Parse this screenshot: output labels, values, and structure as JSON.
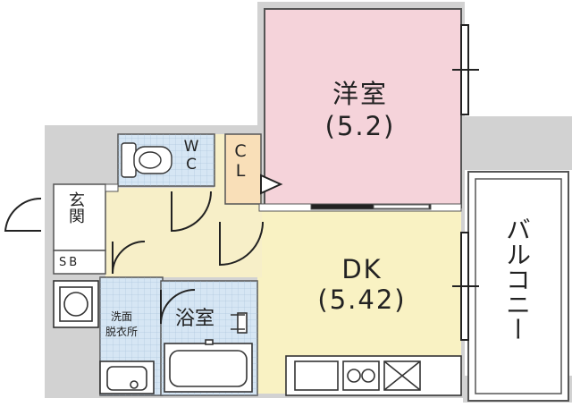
{
  "rooms": {
    "western": {
      "name": "洋室",
      "size": "(5.2)"
    },
    "dk": {
      "name": "DK",
      "size": "(5.42)"
    },
    "bath": {
      "name": "浴室"
    },
    "washroom": {
      "name": "洗面\n脱衣所"
    },
    "toilet": {
      "name": "WC"
    },
    "closet": {
      "name": "CL"
    },
    "entrance": {
      "name": "玄関"
    },
    "shoebox": {
      "name": "SB"
    },
    "balcony": {
      "name": "バルコニー"
    }
  },
  "colors": {
    "western_fill": "#f5d3da",
    "dk_fill": "#f9f2c3",
    "wet_fill": "#d6e6f4",
    "closet_fill": "#f9dfb8",
    "common_fill": "#f7efc8",
    "outside_fill": "#d2d2d2",
    "wall": "#555555"
  }
}
